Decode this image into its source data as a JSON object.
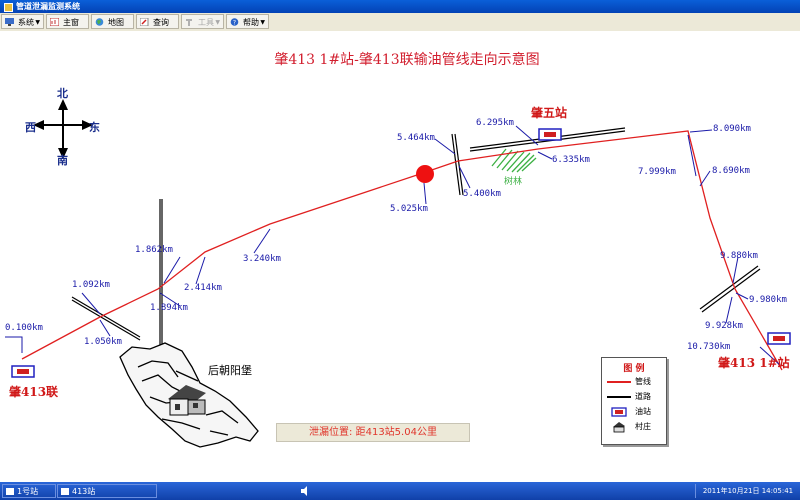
{
  "window": {
    "title": "管道泄漏监测系统"
  },
  "toolbar": {
    "system": "系统",
    "main": "主窗",
    "map": "地图",
    "query": "查询",
    "tools": "工具",
    "help": "帮助"
  },
  "map": {
    "title": "肇413 1#站-肇413联输油管线走向示意图",
    "compass": {
      "north": "北",
      "south": "南",
      "west": "西",
      "east": "东"
    },
    "stations": {
      "left": "肇413联",
      "middle": "肇五站",
      "right": "肇413 1#站"
    },
    "distances": [
      "0.100km",
      "1.092km",
      "1.050km",
      "1.862km",
      "1.894km",
      "2.414km",
      "3.240km",
      "5.025km",
      "5.464km",
      "5.400km",
      "6.295km",
      "6.335km",
      "7.999km",
      "8.090km",
      "8.690km",
      "9.880km",
      "9.980km",
      "9.928km",
      "10.730km"
    ],
    "forest_label": "树林",
    "village_label": "后朝阳堡",
    "leak_text": "泄漏位置: 距413站5.04公里",
    "leak_position_km": 5.04
  },
  "legend": {
    "title": "图  例",
    "items": [
      {
        "label": "管线",
        "color": "#e02020"
      },
      {
        "label": "道路",
        "color": "#000000"
      },
      {
        "label": "油站",
        "color": "#d02020"
      },
      {
        "label": "村庄",
        "color": "#000000"
      }
    ]
  },
  "statusbar": {
    "item1": "1号站",
    "item2": "413站",
    "clock": "2011年10月21日  14:05:41"
  },
  "colors": {
    "pipeline": "#e02020",
    "label": "#1a1aa8",
    "station": "#d01818",
    "forest": "#3cb043",
    "titlebar": "#0a5fd8"
  }
}
